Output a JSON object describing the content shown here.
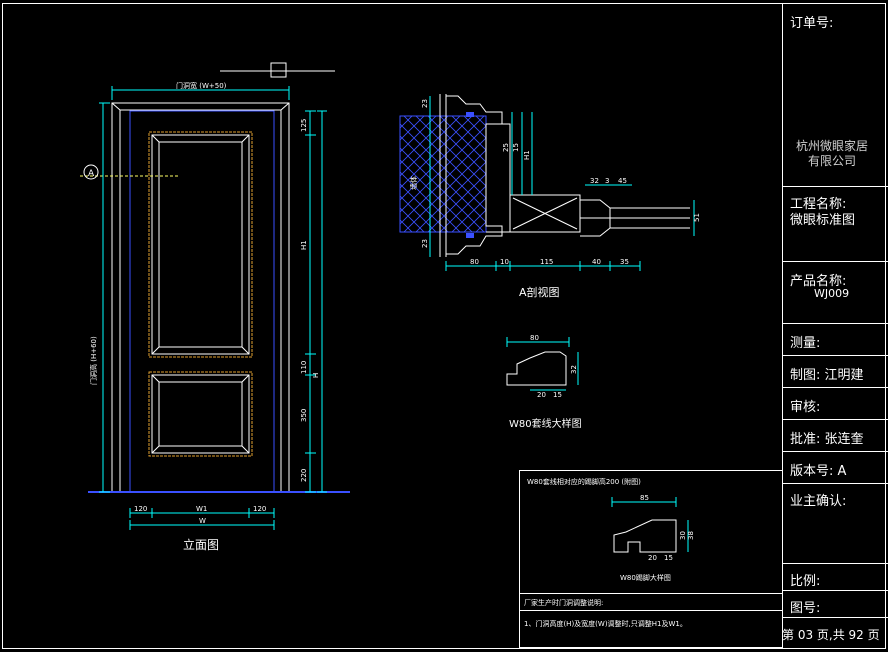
{
  "colors": {
    "background": "#000000",
    "line_white": "#ffffff",
    "dimension_cyan": "#00ffff",
    "panel_orange": "#e0a030",
    "door_blue": "#3040ff"
  },
  "title_block": {
    "order_no": "订单号:",
    "company": [
      "杭州微眼家居",
      "有限公司"
    ],
    "project_label": "工程名称:",
    "project_value": "微眼标准图",
    "product_label": "产品名称:",
    "product_value": "WJ009",
    "survey": "测量:",
    "drawn": "制图: 江明建",
    "check": "审核:",
    "approve": "批准: 张连奎",
    "version": "版本号: A",
    "owner": "业主确认:",
    "scale": "比例:",
    "drawing_no": "图号:",
    "page": "第 03 页,共 92 页"
  },
  "elevation": {
    "caption": "立面图",
    "top_width": "门洞宽 (W+50)",
    "left_height": "门洞高 (H+60)",
    "right_dims": [
      "125",
      "H1",
      "110",
      "350",
      "220"
    ],
    "right_total": "H",
    "bottom_dims": [
      "120",
      "W1",
      "120"
    ],
    "bottom_total": "W",
    "section_marker": "A"
  },
  "section": {
    "caption": "A剖视图",
    "wall_label": "墙体",
    "bottom_dims": [
      "80",
      "10",
      "115",
      "40",
      "35"
    ],
    "left_dims": [
      "23",
      "23"
    ],
    "top_dims": [
      "25",
      "15",
      "H1"
    ],
    "right_top_dims": [
      "32",
      "3",
      "45"
    ],
    "right_dims": [
      "51"
    ]
  },
  "casing_detail": {
    "caption": "W80套线大样图",
    "top_dim": "80",
    "bottom_dims": [
      "20",
      "15"
    ],
    "side_dim": "32"
  },
  "notes_panel": {
    "header": "W80套线相对应的踢脚高200 (附图)",
    "kick_caption": "W80踢脚大样图",
    "kick_top_dim": "85",
    "kick_bottom_dims": [
      "20",
      "15"
    ],
    "kick_side_dims": [
      "30",
      "38"
    ],
    "section_title": "厂家生产时门洞调整说明:",
    "note1": "1、门洞高度(H)及宽度(W)调整时,只调整H1及W1。"
  }
}
